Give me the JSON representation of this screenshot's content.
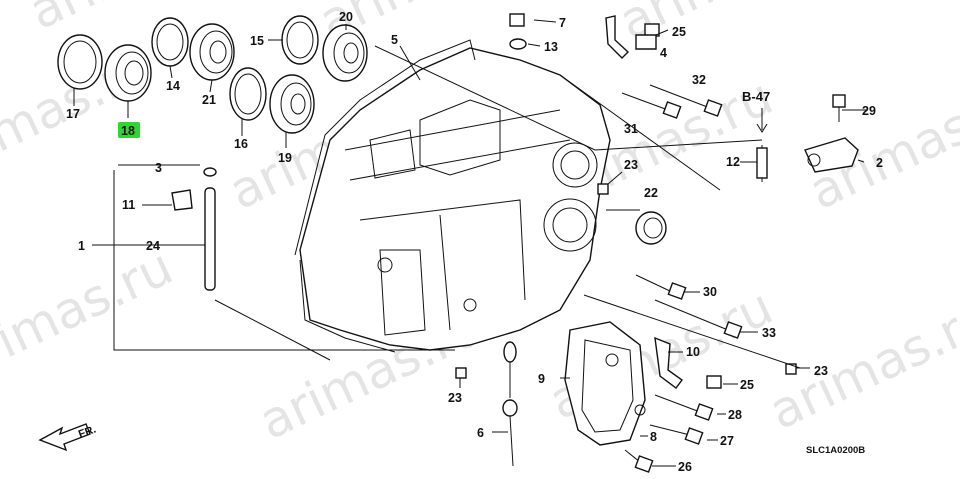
{
  "diagram": {
    "watermark": "arimas.ru",
    "diagram_code": "SLC1A0200B",
    "front_marker": "FR.",
    "reference": "B-47",
    "highlighted_part": "18",
    "callouts": [
      "1",
      "2",
      "3",
      "4",
      "5",
      "6",
      "7",
      "8",
      "9",
      "10",
      "11",
      "12",
      "13",
      "14",
      "15",
      "16",
      "17",
      "18",
      "19",
      "20",
      "21",
      "22",
      "23",
      "23",
      "23",
      "23",
      "24",
      "25",
      "25",
      "26",
      "27",
      "28",
      "29",
      "30",
      "31",
      "32",
      "33"
    ],
    "colors": {
      "highlight": "#2fd62f",
      "ink": "#111111",
      "watermark": "#cfcfcf"
    }
  }
}
